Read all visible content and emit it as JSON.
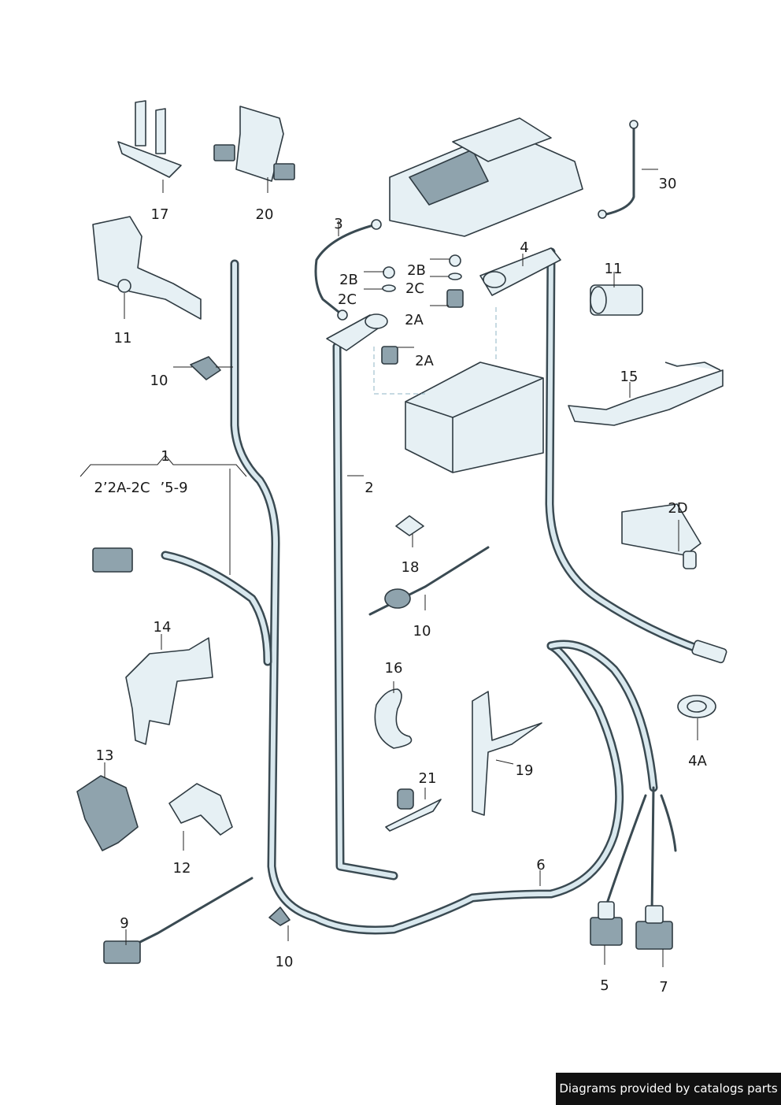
{
  "labels": {
    "p1": "1",
    "p1_sub_a": "2’2A-2C",
    "p1_sub_b": "’5-9",
    "p2": "2",
    "p2A_upper": "2A",
    "p2A_lower": "2A",
    "p2B_left": "2B",
    "p2B_right": "2B",
    "p2C_left": "2C",
    "p2C_right": "2C",
    "p2D": "2D",
    "p3": "3",
    "p4": "4",
    "p4A": "4A",
    "p5": "5",
    "p6": "6",
    "p7": "7",
    "p9": "9",
    "p10_top": "10",
    "p10_mid": "10",
    "p10_bottom": "10",
    "p11_left": "11",
    "p11_right": "11",
    "p12": "12",
    "p13": "13",
    "p14": "14",
    "p15": "15",
    "p16": "16",
    "p17": "17",
    "p18": "18",
    "p19": "19",
    "p20": "20",
    "p21": "21",
    "p30": "30"
  },
  "footer": {
    "text": "Diagrams provided by catalogs parts"
  }
}
